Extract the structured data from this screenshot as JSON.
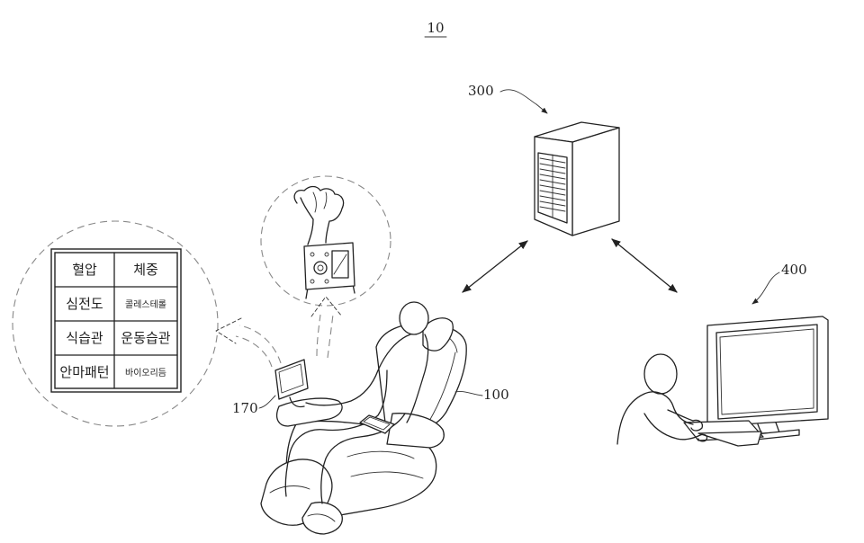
{
  "figure": {
    "system_ref": "10",
    "labels": {
      "server": "300",
      "computer": "400",
      "chair": "100",
      "display": "170"
    },
    "table": {
      "rows": [
        [
          "혈압",
          "체중"
        ],
        [
          "심전도",
          "콜레스테롤"
        ],
        [
          "식습관",
          "운동습관"
        ],
        [
          "안마패턴",
          "바이오리듬"
        ]
      ]
    }
  }
}
